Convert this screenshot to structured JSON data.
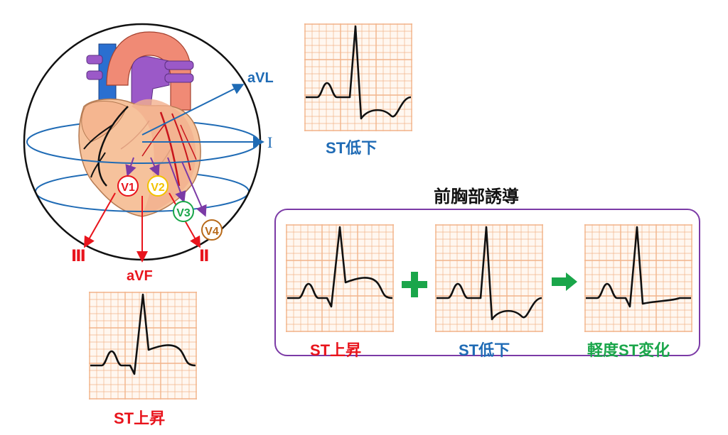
{
  "labels": {
    "avl": "aVL",
    "lead_i": "I",
    "lead_iii": "Ⅲ",
    "lead_ii": "Ⅱ",
    "avf": "aVF",
    "v1": "V1",
    "v2": "V2",
    "v3": "V3",
    "v4": "V4",
    "top_ecg_caption": "ST低下",
    "bottom_ecg_caption": "ST上昇",
    "panel_title": "前胸部誘導",
    "panel_ecg1_caption": "ST上昇",
    "panel_ecg2_caption": "ST低下",
    "panel_ecg3_caption": "軽度ST変化"
  },
  "colors": {
    "red": "#e8141c",
    "blue": "#1f6bb5",
    "green": "#1aa64a",
    "purple": "#7b3aa6",
    "grid": "#f2b48a",
    "grid_bg": "#fff7f0"
  }
}
